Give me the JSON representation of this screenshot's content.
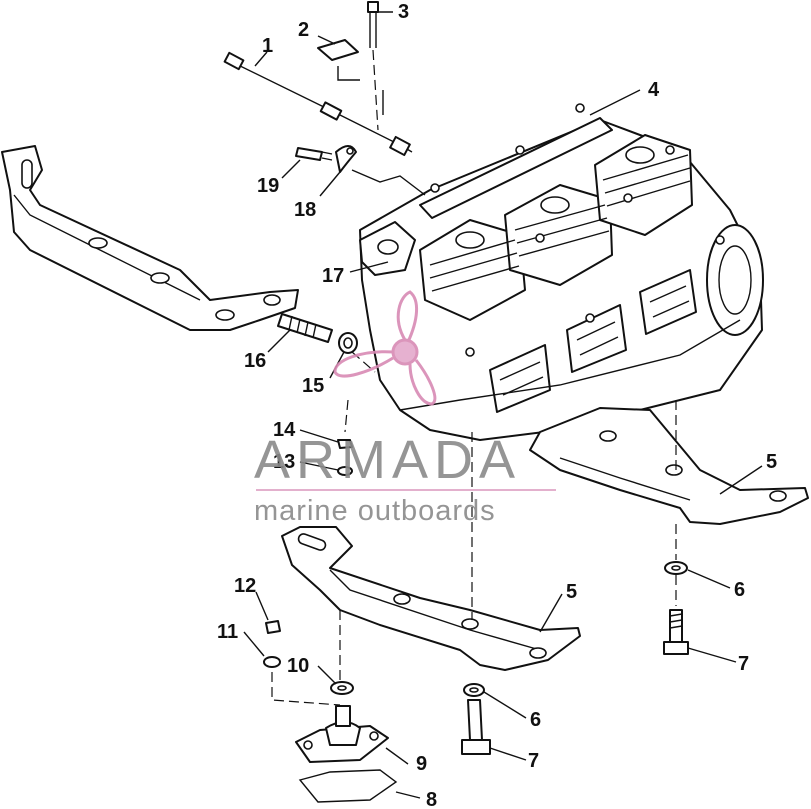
{
  "diagram": {
    "callouts": [
      "1",
      "2",
      "3",
      "4",
      "5",
      "5",
      "6",
      "6",
      "7",
      "7",
      "8",
      "9",
      "10",
      "11",
      "12",
      "13",
      "14",
      "15",
      "16",
      "17",
      "18",
      "19"
    ]
  },
  "watermark": {
    "brand": "ARMADA",
    "tagline": "marine outboards",
    "colors": {
      "text": "#8a8a8a",
      "accent": "#d88ab4",
      "line": "#e0a8c8"
    }
  }
}
